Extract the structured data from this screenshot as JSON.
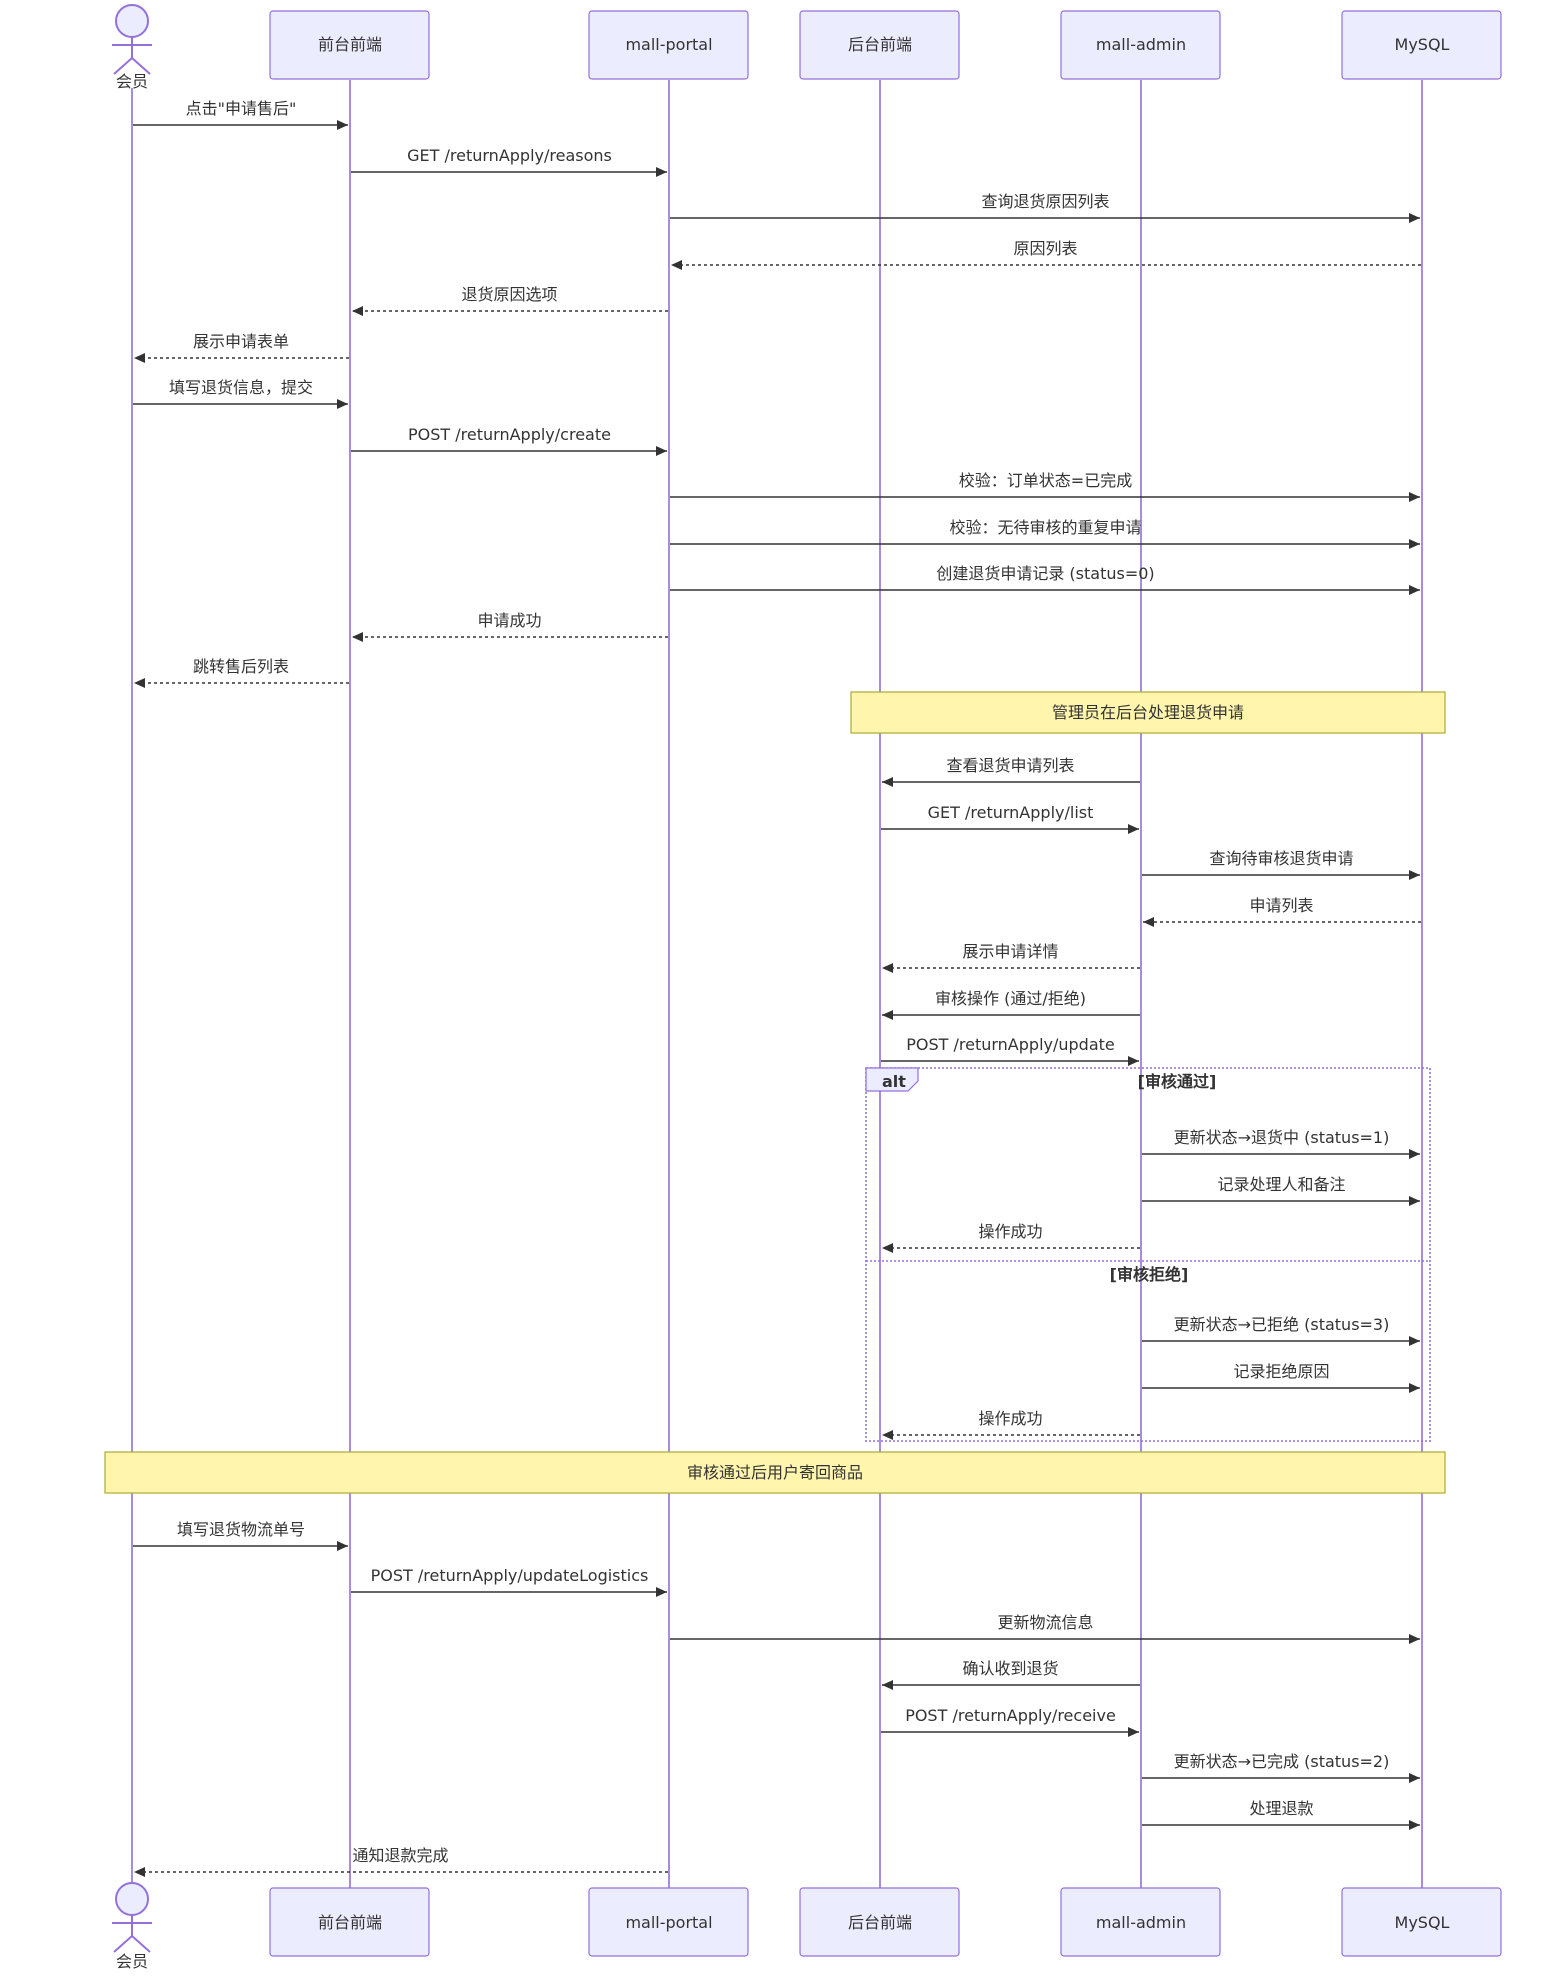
{
  "participants": [
    {
      "id": "member",
      "label": "会员",
      "kind": "actor"
    },
    {
      "id": "fe",
      "label": "前台前端",
      "kind": "box"
    },
    {
      "id": "portal",
      "label": "mall-portal",
      "kind": "box"
    },
    {
      "id": "adminfe",
      "label": "后台前端",
      "kind": "box"
    },
    {
      "id": "admin",
      "label": "mall-admin",
      "kind": "box"
    },
    {
      "id": "mysql",
      "label": "MySQL",
      "kind": "box"
    }
  ],
  "messages": [
    {
      "from": "member",
      "to": "fe",
      "text": "点击\"申请售后\"",
      "style": "solid"
    },
    {
      "from": "fe",
      "to": "portal",
      "text": "GET /returnApply/reasons",
      "style": "solid"
    },
    {
      "from": "portal",
      "to": "mysql",
      "text": "查询退货原因列表",
      "style": "solid"
    },
    {
      "from": "mysql",
      "to": "portal",
      "text": "原因列表",
      "style": "dashed"
    },
    {
      "from": "portal",
      "to": "fe",
      "text": "退货原因选项",
      "style": "dashed"
    },
    {
      "from": "fe",
      "to": "member",
      "text": "展示申请表单",
      "style": "dashed"
    },
    {
      "from": "member",
      "to": "fe",
      "text": "填写退货信息，提交",
      "style": "solid"
    },
    {
      "from": "fe",
      "to": "portal",
      "text": "POST /returnApply/create",
      "style": "solid"
    },
    {
      "from": "portal",
      "to": "mysql",
      "text": "校验：订单状态=已完成",
      "style": "solid"
    },
    {
      "from": "portal",
      "to": "mysql",
      "text": "校验：无待审核的重复申请",
      "style": "solid"
    },
    {
      "from": "portal",
      "to": "mysql",
      "text": "创建退货申请记录 (status=0)",
      "style": "solid"
    },
    {
      "from": "portal",
      "to": "fe",
      "text": "申请成功",
      "style": "dashed"
    },
    {
      "from": "fe",
      "to": "member",
      "text": "跳转售后列表",
      "style": "dashed"
    },
    {
      "from": "admin",
      "to": "adminfe",
      "text": "查看退货申请列表",
      "style": "solid"
    },
    {
      "from": "adminfe",
      "to": "admin",
      "text": "GET /returnApply/list",
      "style": "solid"
    },
    {
      "from": "admin",
      "to": "mysql",
      "text": "查询待审核退货申请",
      "style": "solid"
    },
    {
      "from": "mysql",
      "to": "admin",
      "text": "申请列表",
      "style": "dashed"
    },
    {
      "from": "admin",
      "to": "adminfe",
      "text": "展示申请详情",
      "style": "dashed"
    },
    {
      "from": "admin",
      "to": "adminfe",
      "text": "审核操作 (通过/拒绝)",
      "style": "solid"
    },
    {
      "from": "adminfe",
      "to": "admin",
      "text": "POST /returnApply/update",
      "style": "solid"
    },
    {
      "from": "admin",
      "to": "mysql",
      "text": "更新状态→退货中 (status=1)",
      "style": "solid"
    },
    {
      "from": "admin",
      "to": "mysql",
      "text": "记录处理人和备注",
      "style": "solid"
    },
    {
      "from": "admin",
      "to": "adminfe",
      "text": "操作成功",
      "style": "dashed"
    },
    {
      "from": "admin",
      "to": "mysql",
      "text": "更新状态→已拒绝 (status=3)",
      "style": "solid"
    },
    {
      "from": "admin",
      "to": "mysql",
      "text": "记录拒绝原因",
      "style": "solid"
    },
    {
      "from": "admin",
      "to": "adminfe",
      "text": "操作成功",
      "style": "dashed"
    },
    {
      "from": "member",
      "to": "fe",
      "text": "填写退货物流单号",
      "style": "solid"
    },
    {
      "from": "fe",
      "to": "portal",
      "text": "POST /returnApply/updateLogistics",
      "style": "solid"
    },
    {
      "from": "portal",
      "to": "mysql",
      "text": "更新物流信息",
      "style": "solid"
    },
    {
      "from": "admin",
      "to": "adminfe",
      "text": "确认收到退货",
      "style": "solid"
    },
    {
      "from": "adminfe",
      "to": "admin",
      "text": "POST /returnApply/receive",
      "style": "solid"
    },
    {
      "from": "admin",
      "to": "mysql",
      "text": "更新状态→已完成 (status=2)",
      "style": "solid"
    },
    {
      "from": "admin",
      "to": "mysql",
      "text": "处理退款",
      "style": "solid"
    },
    {
      "from": "portal",
      "to": "member",
      "text": "通知退款完成",
      "style": "dashed"
    }
  ],
  "notes": [
    {
      "text": "管理员在后台处理退货申请",
      "over": [
        "adminfe",
        "mysql"
      ]
    },
    {
      "text": "审核通过后用户寄回商品",
      "over": [
        "member",
        "mysql"
      ]
    }
  ],
  "alt_block": {
    "keyword": "alt",
    "sections": [
      "[审核通过]",
      "[审核拒绝]"
    ]
  }
}
